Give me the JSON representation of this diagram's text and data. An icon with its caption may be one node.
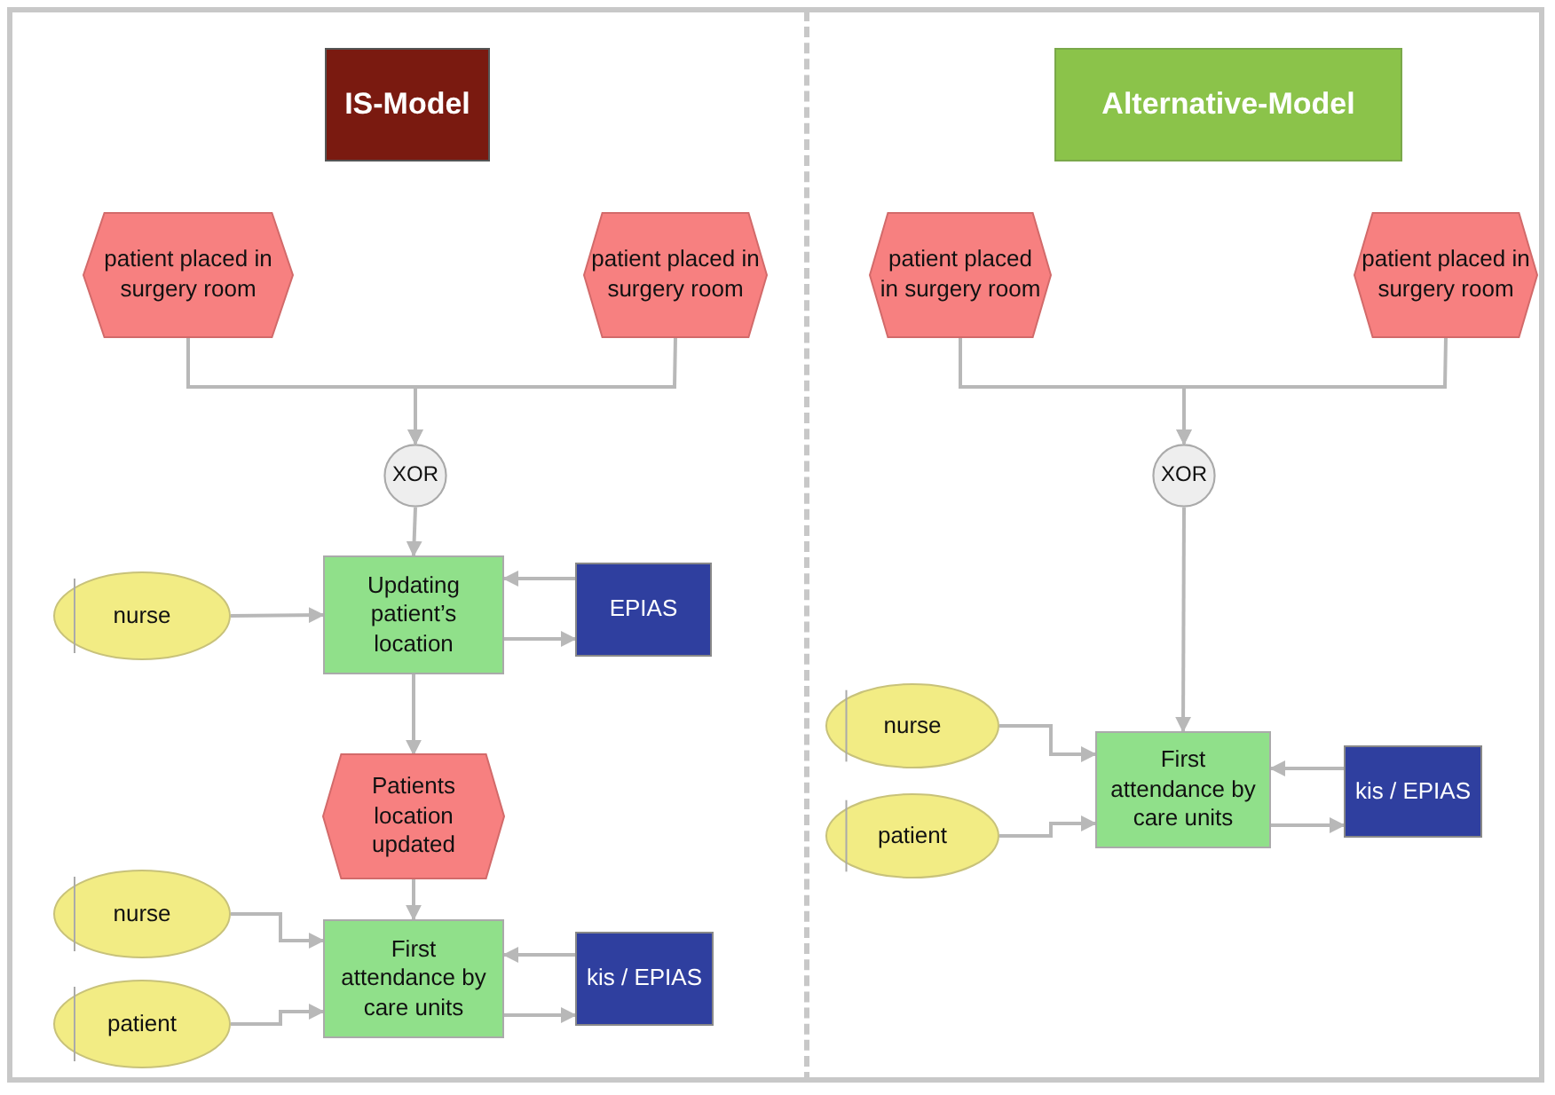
{
  "diagram": {
    "nodes": [
      {
        "text": [
          "IS-Model"
        ]
      },
      {
        "text": [
          "patient placed in surgery room"
        ]
      },
      {
        "text": [
          "patient placed in surgery room"
        ]
      },
      {
        "text": [
          "XOR"
        ]
      },
      {
        "text": [
          "Updating patient’s location"
        ]
      },
      {
        "text": [
          "nurse"
        ]
      },
      {
        "text": [
          "EPIAS"
        ]
      },
      {
        "text": [
          "Patients location updated"
        ]
      },
      {
        "text": [
          "nurse"
        ]
      },
      {
        "text": [
          "patient"
        ]
      },
      {
        "text": [
          "First attendance by care units"
        ]
      },
      {
        "text": [
          "kis / EPIAS"
        ]
      },
      {
        "text": [
          "Alternative-Model"
        ]
      },
      {
        "text": [
          "patient placed in surgery room"
        ]
      },
      {
        "text": [
          "patient placed in surgery room"
        ]
      },
      {
        "text": [
          "XOR"
        ]
      },
      {
        "text": [
          "nurse"
        ]
      },
      {
        "text": [
          "patient"
        ]
      },
      {
        "text": [
          "First attendance by care units"
        ]
      },
      {
        "text": [
          "kis / EPIAS"
        ]
      }
    ],
    "edges": [
      {
        "from": 1,
        "to": 3,
        "arrow": "to"
      },
      {
        "from": 2,
        "to": 3,
        "arrow": "to"
      },
      {
        "from": 3,
        "to": 4,
        "arrow": "to"
      },
      {
        "from": 5,
        "to": 4,
        "arrow": "to"
      },
      {
        "from": 6,
        "to": 4,
        "arrow": "to"
      },
      {
        "from": 4,
        "to": 6,
        "arrow": "to"
      },
      {
        "from": 4,
        "to": 7,
        "arrow": "to"
      },
      {
        "from": 7,
        "to": 10,
        "arrow": "to"
      },
      {
        "from": 8,
        "to": 10,
        "arrow": "to"
      },
      {
        "from": 9,
        "to": 10,
        "arrow": "to"
      },
      {
        "from": 11,
        "to": 10,
        "arrow": "to"
      },
      {
        "from": 10,
        "to": 11,
        "arrow": "to"
      },
      {
        "from": 13,
        "to": 15,
        "arrow": "to"
      },
      {
        "from": 14,
        "to": 15,
        "arrow": "to"
      },
      {
        "from": 15,
        "to": 18,
        "arrow": "to"
      },
      {
        "from": 16,
        "to": 18,
        "arrow": "to"
      },
      {
        "from": 17,
        "to": 18,
        "arrow": "to"
      },
      {
        "from": 19,
        "to": 18,
        "arrow": "to"
      },
      {
        "from": 18,
        "to": 19,
        "arrow": "to"
      }
    ]
  }
}
